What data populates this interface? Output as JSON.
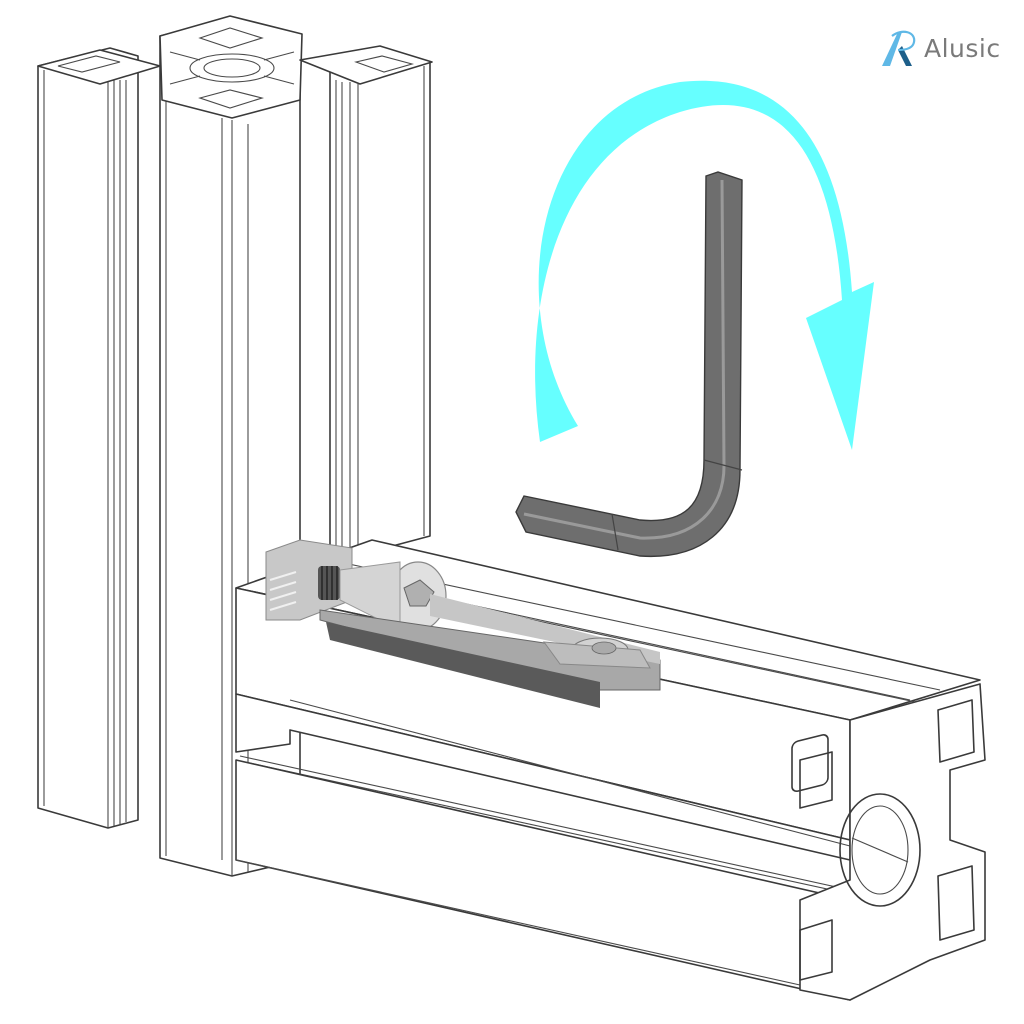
{
  "brand": {
    "name": "Alusic",
    "logo_mark_colors": {
      "light": "#5fb8e6",
      "dark": "#1d5f8a"
    }
  },
  "illustration": {
    "subject": "aluminum-extrusion-corner-joint",
    "parts": [
      "vertical-extrusion-profile",
      "horizontal-extrusion-profile",
      "anchor-fastener",
      "socket-head-screw",
      "hex-key",
      "rotation-arrow"
    ],
    "colors": {
      "arrow": "#66ffff",
      "hex_key": "#6e6e6e",
      "hex_key_highlight": "#9a9a9a",
      "line_art": "#3a3a3a",
      "fastener": "#b8b8b8",
      "background": "#ffffff"
    },
    "arrow_direction": "clockwise"
  }
}
